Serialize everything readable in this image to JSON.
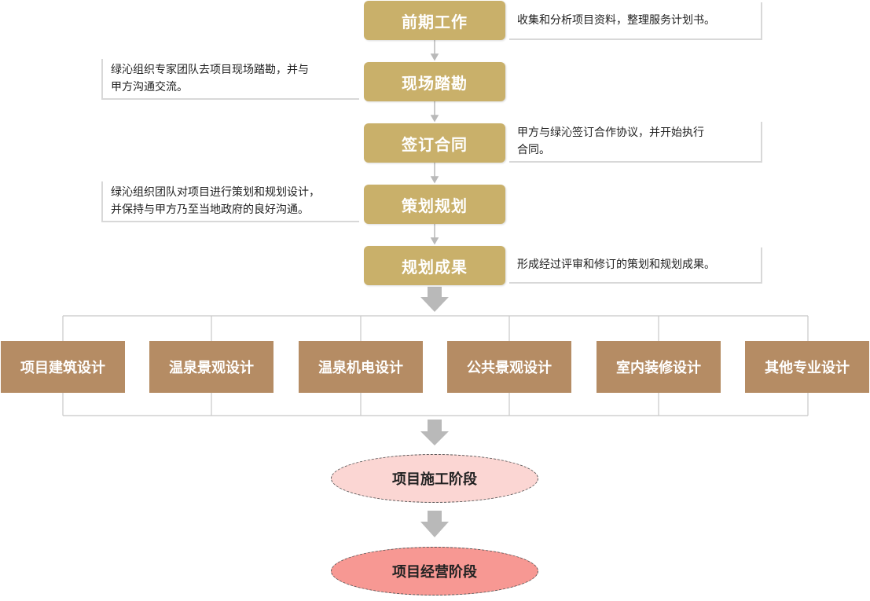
{
  "colors": {
    "step_fill": "#c9b06a",
    "design_fill": "#b58c64",
    "stage1_fill": "#fbd6d3",
    "stage2_fill": "#f79893",
    "connector": "#c8c8c8",
    "arrow": "#b9b9b9"
  },
  "steps": [
    {
      "label": "前期工作"
    },
    {
      "label": "现场踏勘"
    },
    {
      "label": "签订合同"
    },
    {
      "label": "策划规划"
    },
    {
      "label": "规划成果"
    }
  ],
  "notes": [
    {
      "lines": [
        "收集和分析项目资料，整理服务计划书。"
      ]
    },
    {
      "lines": [
        "绿沁组织专家团队去项目现场踏勘，并与",
        "甲方沟通交流。"
      ]
    },
    {
      "lines": [
        "甲方与绿沁签订合作协议，并开始执行",
        "合同。"
      ]
    },
    {
      "lines": [
        "绿沁组织团队对项目进行策划和规划设计，",
        "并保持与甲方乃至当地政府的良好沟通。"
      ]
    },
    {
      "lines": [
        "形成经过评审和修订的策划和规划成果。"
      ]
    }
  ],
  "design_items": [
    {
      "label": "项目建筑设计"
    },
    {
      "label": "温泉景观设计"
    },
    {
      "label": "温泉机电设计"
    },
    {
      "label": "公共景观设计"
    },
    {
      "label": "室内装修设计"
    },
    {
      "label": "其他专业设计"
    }
  ],
  "stages": [
    {
      "label": "项目施工阶段"
    },
    {
      "label": "项目经营阶段"
    }
  ]
}
